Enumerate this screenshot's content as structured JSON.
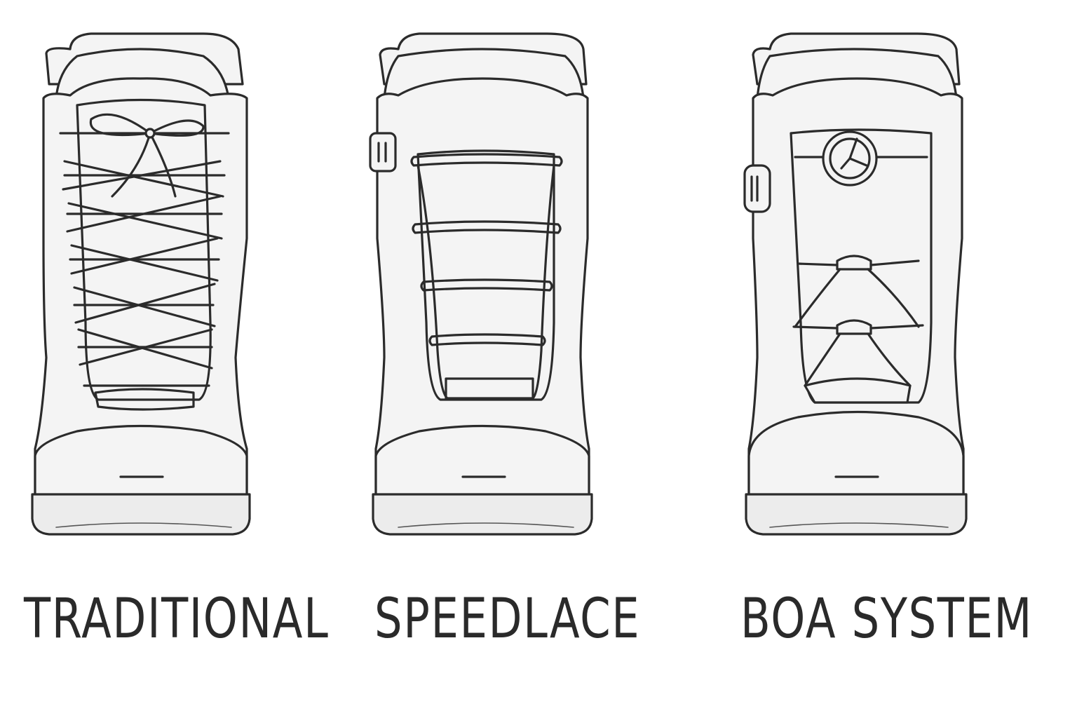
{
  "boots": [
    {
      "label": "TRADITIONAL",
      "closure": "traditional-laces"
    },
    {
      "label": "SPEEDLACE",
      "closure": "speedlace"
    },
    {
      "label": "BOA SYSTEM",
      "closure": "boa-dial"
    }
  ],
  "colors": {
    "line": "#2b2b2b",
    "fill": "#f4f4f4",
    "background": "#ffffff"
  }
}
